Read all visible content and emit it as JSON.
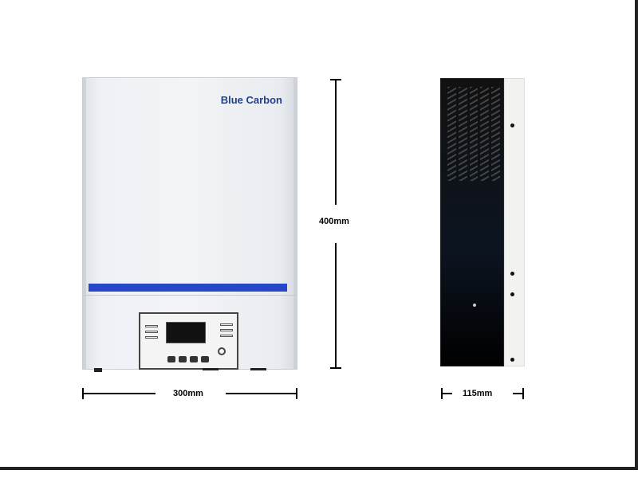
{
  "product": {
    "brand": "Blue Carbon"
  },
  "dimensions": {
    "height": "400mm",
    "width": "300mm",
    "depth": "115mm"
  },
  "colors": {
    "brand_blue": "#2547c8",
    "body": "#eef1f5",
    "side": "#0c1420"
  }
}
